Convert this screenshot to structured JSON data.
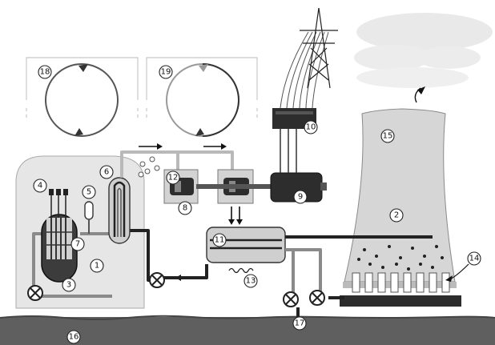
{
  "labels": {
    "n1": "1",
    "n2": "2",
    "n3": "3",
    "n4": "4",
    "n5": "5",
    "n6": "6",
    "n7": "7",
    "n8": "8",
    "n9": "9",
    "n10": "10",
    "n11": "11",
    "n12": "12",
    "n13": "13",
    "n14": "14",
    "n15": "15",
    "n16": "16",
    "n17": "17",
    "n18": "18",
    "n19": "19"
  },
  "colors": {
    "ground": "#5f5f5f",
    "tower": "#d8d8d8",
    "containment": "#e3e3e3",
    "dark_component": "#2d2d2d",
    "steam_pipe": "#b9b9b9",
    "water_pipe": "#222222"
  }
}
